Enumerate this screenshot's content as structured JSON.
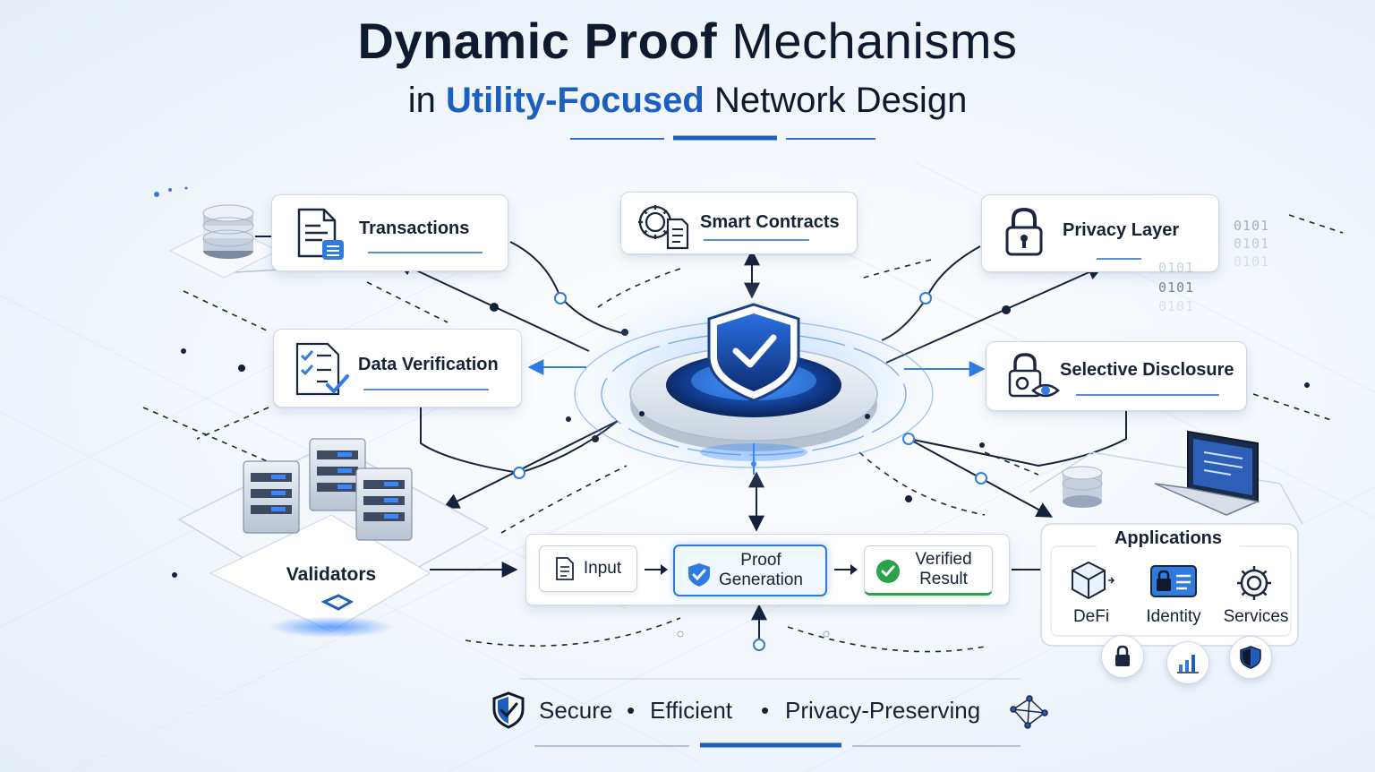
{
  "title": {
    "bold": "Dynamic Proof",
    "light": "Mechanisms"
  },
  "subtitle": {
    "prefix": "in",
    "accent": "Utility-Focused",
    "suffix": "Network Design"
  },
  "nodes": {
    "transactions": "Transactions",
    "smart_contracts": "Smart Contracts",
    "privacy_layer": "Privacy Layer",
    "data_verification": "Data Verification",
    "selective_disclosure": "Selective Disclosure",
    "validators": "Validators"
  },
  "pipeline": {
    "input": "Input",
    "proof_generation_line1": "Proof",
    "proof_generation_line2": "Generation",
    "verified_line1": "Verified",
    "verified_line2": "Result"
  },
  "applications": {
    "title": "Applications",
    "items": [
      "DeFi",
      "Identity",
      "Services"
    ]
  },
  "binary_lines": [
    "0101",
    "0101",
    "0101",
    "0101",
    "0101",
    "0101"
  ],
  "tagline": [
    "Secure",
    "Efficient",
    "Privacy-Preserving"
  ],
  "colors": {
    "accent": "#1d5fc0",
    "dark": "#0e1a2f",
    "green": "#2aa24a"
  },
  "icons": [
    "database-icon",
    "document-icon",
    "gears-icon",
    "lock-icon",
    "checklist-icon",
    "lock-eye-icon",
    "shield-check-icon",
    "server-icon",
    "laptop-icon",
    "cube-icon",
    "id-card-icon",
    "gear-icon",
    "bar-chart-icon",
    "network-icon"
  ]
}
